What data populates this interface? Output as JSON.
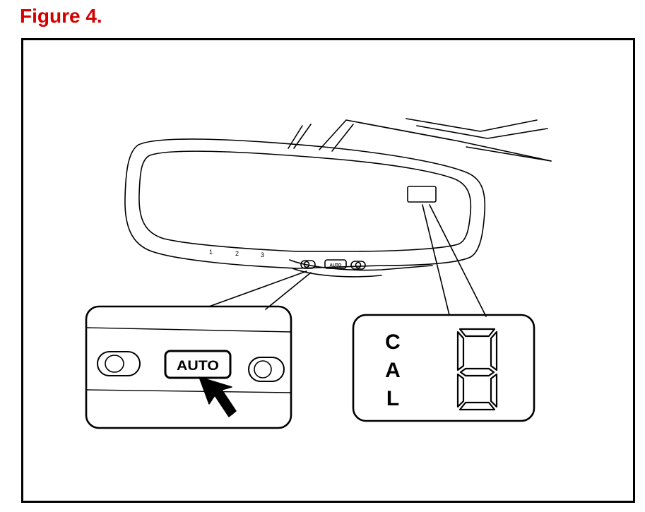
{
  "figure": {
    "title": "Figure 4.",
    "title_color": "#d40000"
  },
  "mirror": {
    "position_labels": [
      "1",
      "2",
      "3"
    ],
    "small_button_label": "AUTO"
  },
  "zoom_button_panel": {
    "auto_button_label": "AUTO",
    "left_button_icon": "rounded-oval-button-icon",
    "right_button_icon": "rounded-oval-button-icon",
    "pointer_icon": "arrow-pointer-icon"
  },
  "zoom_display_panel": {
    "letters": [
      "C",
      "A",
      "L"
    ],
    "segment_digit": "8"
  }
}
